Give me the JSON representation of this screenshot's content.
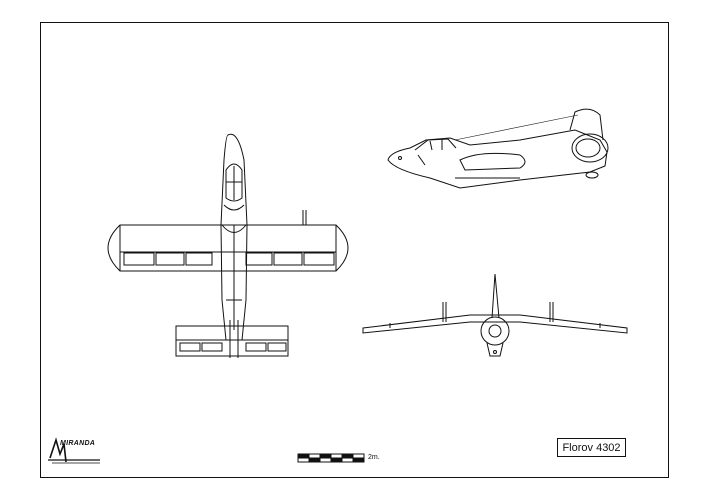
{
  "drawing": {
    "title": "Florov 4302",
    "scale_label": "2m.",
    "logo_text": "MIRANDA"
  },
  "views": [
    "top-view",
    "side-view",
    "front-view"
  ]
}
